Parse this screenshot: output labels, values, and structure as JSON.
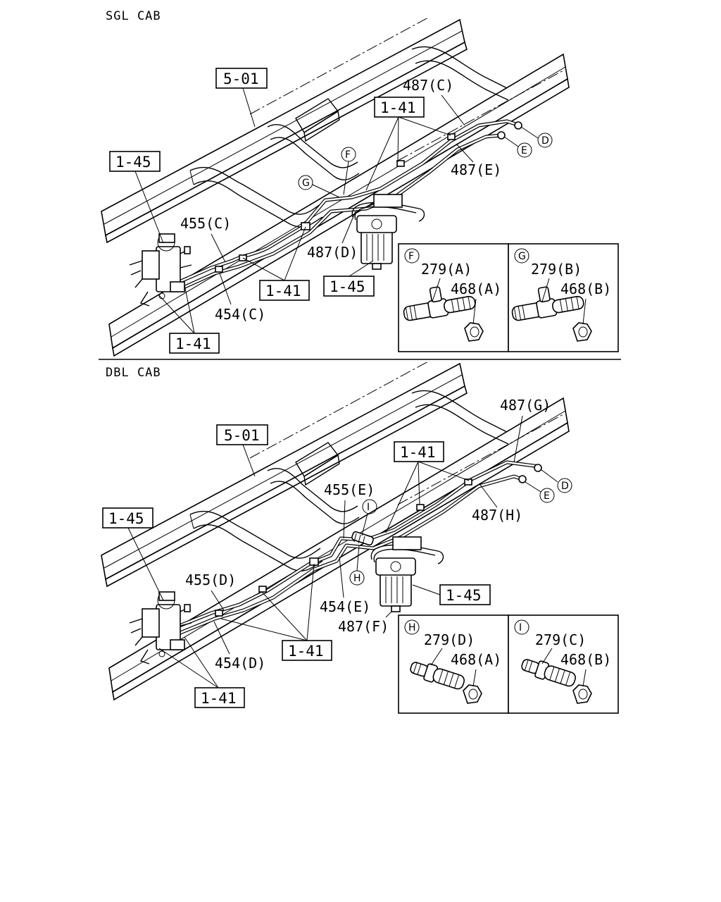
{
  "sections": {
    "sgl": {
      "title": "SGL CAB"
    },
    "dbl": {
      "title": "DBL CAB"
    }
  },
  "sgl": {
    "ref_5_01": "5-01",
    "ref_1_41_top": "1-41",
    "ref_1_45_left": "1-45",
    "ref_1_41_mid": "1-41",
    "ref_1_45_right": "1-45",
    "ref_1_41_bottom": "1-41",
    "p487c": "487(C)",
    "p487e": "487(E)",
    "p487d": "487(D)",
    "p455c": "455(C)",
    "p454c": "454(C)",
    "c_f": "F",
    "c_g": "G",
    "c_d": "D",
    "c_e": "E",
    "detail_f": {
      "marker": "F",
      "p279": "279(A)",
      "p468": "468(A)"
    },
    "detail_g": {
      "marker": "G",
      "p279": "279(B)",
      "p468": "468(B)"
    }
  },
  "dbl": {
    "ref_5_01": "5-01",
    "ref_1_41_top": "1-41",
    "ref_1_45_left": "1-45",
    "ref_1_45_right": "1-45",
    "ref_1_41_mid": "1-41",
    "ref_1_41_bottom": "1-41",
    "p487g": "487(G)",
    "p487h": "487(H)",
    "p487f": "487(F)",
    "p455e": "455(E)",
    "p455d": "455(D)",
    "p454e": "454(E)",
    "p454d": "454(D)",
    "c_i": "I",
    "c_h": "H",
    "c_d": "D",
    "c_e": "E",
    "detail_h": {
      "marker": "H",
      "p279": "279(D)",
      "p468": "468(A)"
    },
    "detail_i": {
      "marker": "I",
      "p279": "279(C)",
      "p468": "468(B)"
    }
  }
}
